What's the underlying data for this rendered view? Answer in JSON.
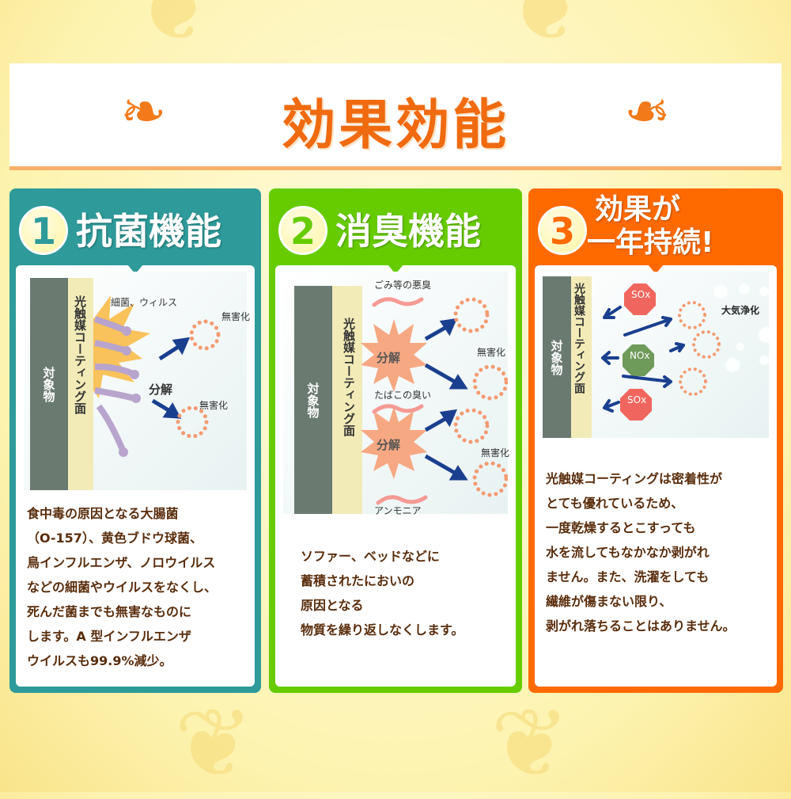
{
  "header": {
    "title": "効果効能"
  },
  "panels": [
    {
      "number": "1",
      "heading": "抗菌機能",
      "color": "#2e9a9a",
      "diagram": {
        "object": "対象物",
        "coating": "光触媒コーティング面",
        "germs": "細菌、ウィルス",
        "decompose": "分解",
        "harmless1": "無害化",
        "harmless2": "無害化"
      },
      "lines": [
        "食中毒の原因となる大腸菌",
        "（O-157）、黄色ブドウ球菌、",
        "鳥インフルエンザ、ノロウイルス",
        "などの細菌やウイルスをなくし、",
        "死んだ菌までも無害なものに",
        "します。A 型インフルエンザ",
        "ウイルスも99.9%減少。"
      ]
    },
    {
      "number": "2",
      "heading": "消臭機能",
      "color": "#66cc00",
      "diagram": {
        "object": "対象物",
        "coating": "光触媒コーティング面",
        "smell1": "ごみ等の悪臭",
        "smell2": "たばこの臭い",
        "smell3": "アンモニア",
        "decompose1": "分解",
        "decompose2": "分解",
        "harmless1": "無害化",
        "harmless2": "無害化"
      },
      "lines": [
        "ソファー、ベッドなどに",
        "蓄積されたにおいの",
        "原因となる",
        "物質を繰り返しなくします。"
      ]
    },
    {
      "number": "3",
      "heading_line1": "効果が",
      "heading_line2": "一年持続!",
      "color": "#ff6a00",
      "diagram": {
        "object": "対象物",
        "coating": "光触媒コーティング面",
        "sox1": "SOx",
        "nox": "NOx",
        "sox2": "SOx",
        "purify": "大気浄化"
      },
      "lines": [
        "光触媒コーティングは密着性が",
        "とても優れているため、",
        "一度乾燥するとこすっても",
        "水を流してもなかなか剥がれ",
        "ません。また、洗濯をしても",
        "繊維が傷まない限り、",
        "剥がれ落ちることはありません。"
      ]
    }
  ]
}
